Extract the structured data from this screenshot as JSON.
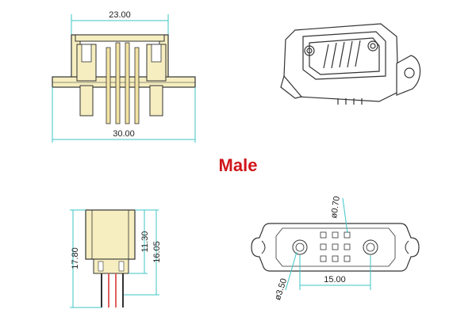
{
  "title": "Male",
  "colors": {
    "title": "#d0161b",
    "outline": "#333333",
    "dimension": "#3fc6c6",
    "fill": "#f6eec0",
    "pin_fill": "#f2e3a3",
    "pin_red": "#e06060"
  },
  "front_view": {
    "top_width": "23.00",
    "bottom_width": "30.00"
  },
  "side_view": {
    "overall_height": "17.80",
    "body_height": "11.30",
    "total_height": "16.05"
  },
  "bottom_view": {
    "pin_diameter": "ø0.70",
    "hole_diameter": "ø3.50",
    "hole_spacing": "15.00"
  }
}
